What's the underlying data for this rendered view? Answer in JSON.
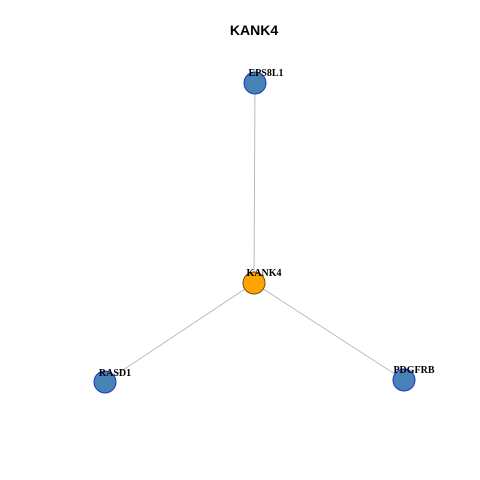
{
  "title": "KANK4",
  "colors": {
    "center_fill": "#FFA500",
    "center_stroke": "#7a4a00",
    "neighbor_fill": "#4682B4",
    "neighbor_stroke": "#1a33cc",
    "edge": "#b4b4b4"
  },
  "nodes": [
    {
      "id": "KANK4",
      "label": "KANK4",
      "role": "center"
    },
    {
      "id": "EPS8L1",
      "label": "EPS8L1",
      "role": "neighbor"
    },
    {
      "id": "RASD1",
      "label": "RASD1",
      "role": "neighbor"
    },
    {
      "id": "PDGFRB",
      "label": "PDGFRB",
      "role": "neighbor"
    }
  ],
  "edges": [
    {
      "source": "KANK4",
      "target": "EPS8L1"
    },
    {
      "source": "KANK4",
      "target": "RASD1"
    },
    {
      "source": "KANK4",
      "target": "PDGFRB"
    }
  ]
}
